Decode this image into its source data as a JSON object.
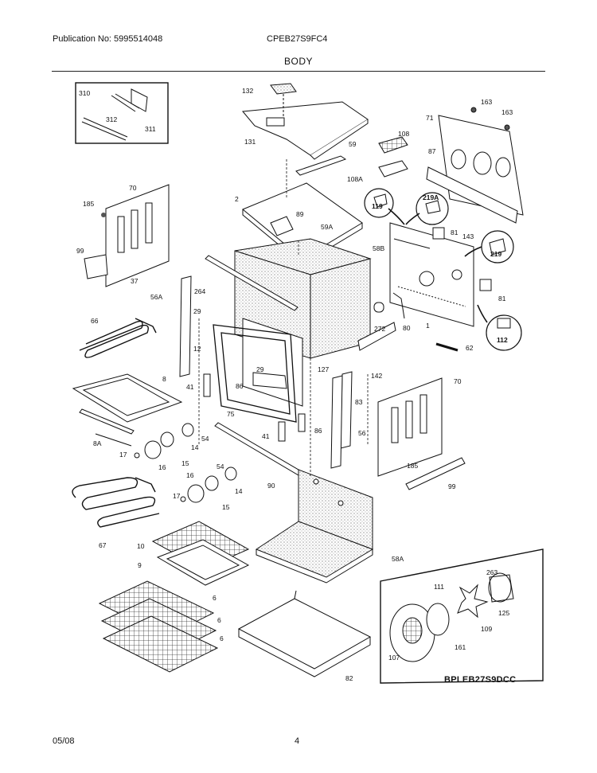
{
  "header": {
    "publication": "Publication No: 5995514048",
    "model": "CPEB27S9FC4",
    "section": "BODY"
  },
  "footer": {
    "date": "05/08",
    "page": "4"
  },
  "diagram": {
    "code": "BPLEB27S9DCC",
    "callouts": {
      "c310": "310",
      "c312": "312",
      "c311": "311",
      "c132": "132",
      "c131": "131",
      "c59": "59",
      "c108": "108",
      "c108A": "108A",
      "c163a": "163",
      "c163b": "163",
      "c71": "71",
      "c87": "87",
      "c70a": "70",
      "c185a": "185",
      "c99a": "99",
      "c37": "37",
      "c56A": "56A",
      "c264": "264",
      "c2": "2",
      "c89": "89",
      "c59A": "59A",
      "c58B": "58B",
      "c119": "119",
      "c219A": "219A",
      "c81a": "81",
      "c143": "143",
      "c219": "219",
      "c81b": "81",
      "c112": "112",
      "c1": "1",
      "c62": "62",
      "c272": "272",
      "c80": "80",
      "c29a": "29",
      "c12": "12",
      "c66": "66",
      "c29b": "29",
      "c127": "127",
      "c142": "142",
      "c8": "8",
      "c41a": "41",
      "c86a": "86",
      "c75": "75",
      "c83": "83",
      "c70b": "70",
      "c8A": "8A",
      "c54a": "54",
      "c14a": "14",
      "c41b": "41",
      "c86b": "86",
      "c56": "56",
      "c17a": "17",
      "c16a": "16",
      "c15a": "15",
      "c90": "90",
      "c185b": "185",
      "c99b": "99",
      "c54b": "54",
      "c16b": "16",
      "c17b": "17",
      "c14b": "14",
      "c15b": "15",
      "c67": "67",
      "c10": "10",
      "c58A": "58A",
      "c9": "9",
      "c6a": "6",
      "c6b": "6",
      "c6c": "6",
      "c82": "82",
      "c111": "111",
      "c263": "263",
      "c125": "125",
      "c109": "109",
      "c161": "161",
      "c107": "107"
    }
  }
}
